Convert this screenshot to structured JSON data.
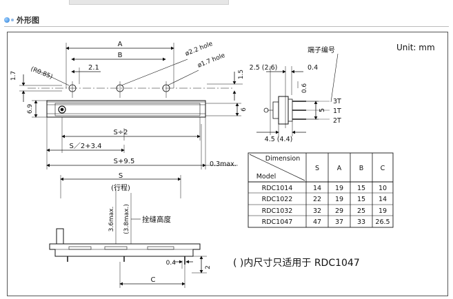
{
  "section": {
    "title": "外形图"
  },
  "unit_label": "Unit: mm",
  "note": "( )内尺寸只适用于 RDC1047",
  "top_view": {
    "dim_a": "A",
    "dim_b": "B",
    "dim_2_1": "2.1",
    "hole_22": "ø2.2 hole",
    "hole_17": "ø1.7 hole",
    "r085": "(R0.85)",
    "dim_1_7": "1.7",
    "dim_1_5": "1.5",
    "dim_6_9": "6.9",
    "dim_6": "6",
    "dim_s2": "S÷2",
    "dim_s2_34": "S／2+3.4",
    "dim_s95": "S+9.5",
    "dim_03max": "0.3max."
  },
  "side_view": {
    "terminal_label": "端子编号",
    "dim_25": "2.5 (2.6)",
    "dim_04": "0.4",
    "dim_06": "0.6",
    "dim_5": "5",
    "dim_45": "4.5 (4.4)",
    "t3": "3T",
    "t1": "1T",
    "t2": "2T"
  },
  "bottom_view": {
    "dim_s": "S",
    "travel": "(行程)",
    "dim_36": "3.6max.",
    "dim_38": "(3.8max.)",
    "knob_height": "拴缝高度",
    "dim_04": "0.4",
    "dim_2": "2",
    "dim_c": "C"
  },
  "table": {
    "header_dimension": "Dimension",
    "header_model": "Model",
    "columns": [
      "S",
      "A",
      "B",
      "C"
    ],
    "rows": [
      {
        "model": "RDC1014",
        "values": [
          "14",
          "19",
          "15",
          "10"
        ]
      },
      {
        "model": "RDC1022",
        "values": [
          "22",
          "19",
          "15",
          "14"
        ]
      },
      {
        "model": "RDC1032",
        "values": [
          "32",
          "29",
          "25",
          "19"
        ]
      },
      {
        "model": "RDC1047",
        "values": [
          "47",
          "37",
          "33",
          "26.5"
        ]
      }
    ]
  }
}
